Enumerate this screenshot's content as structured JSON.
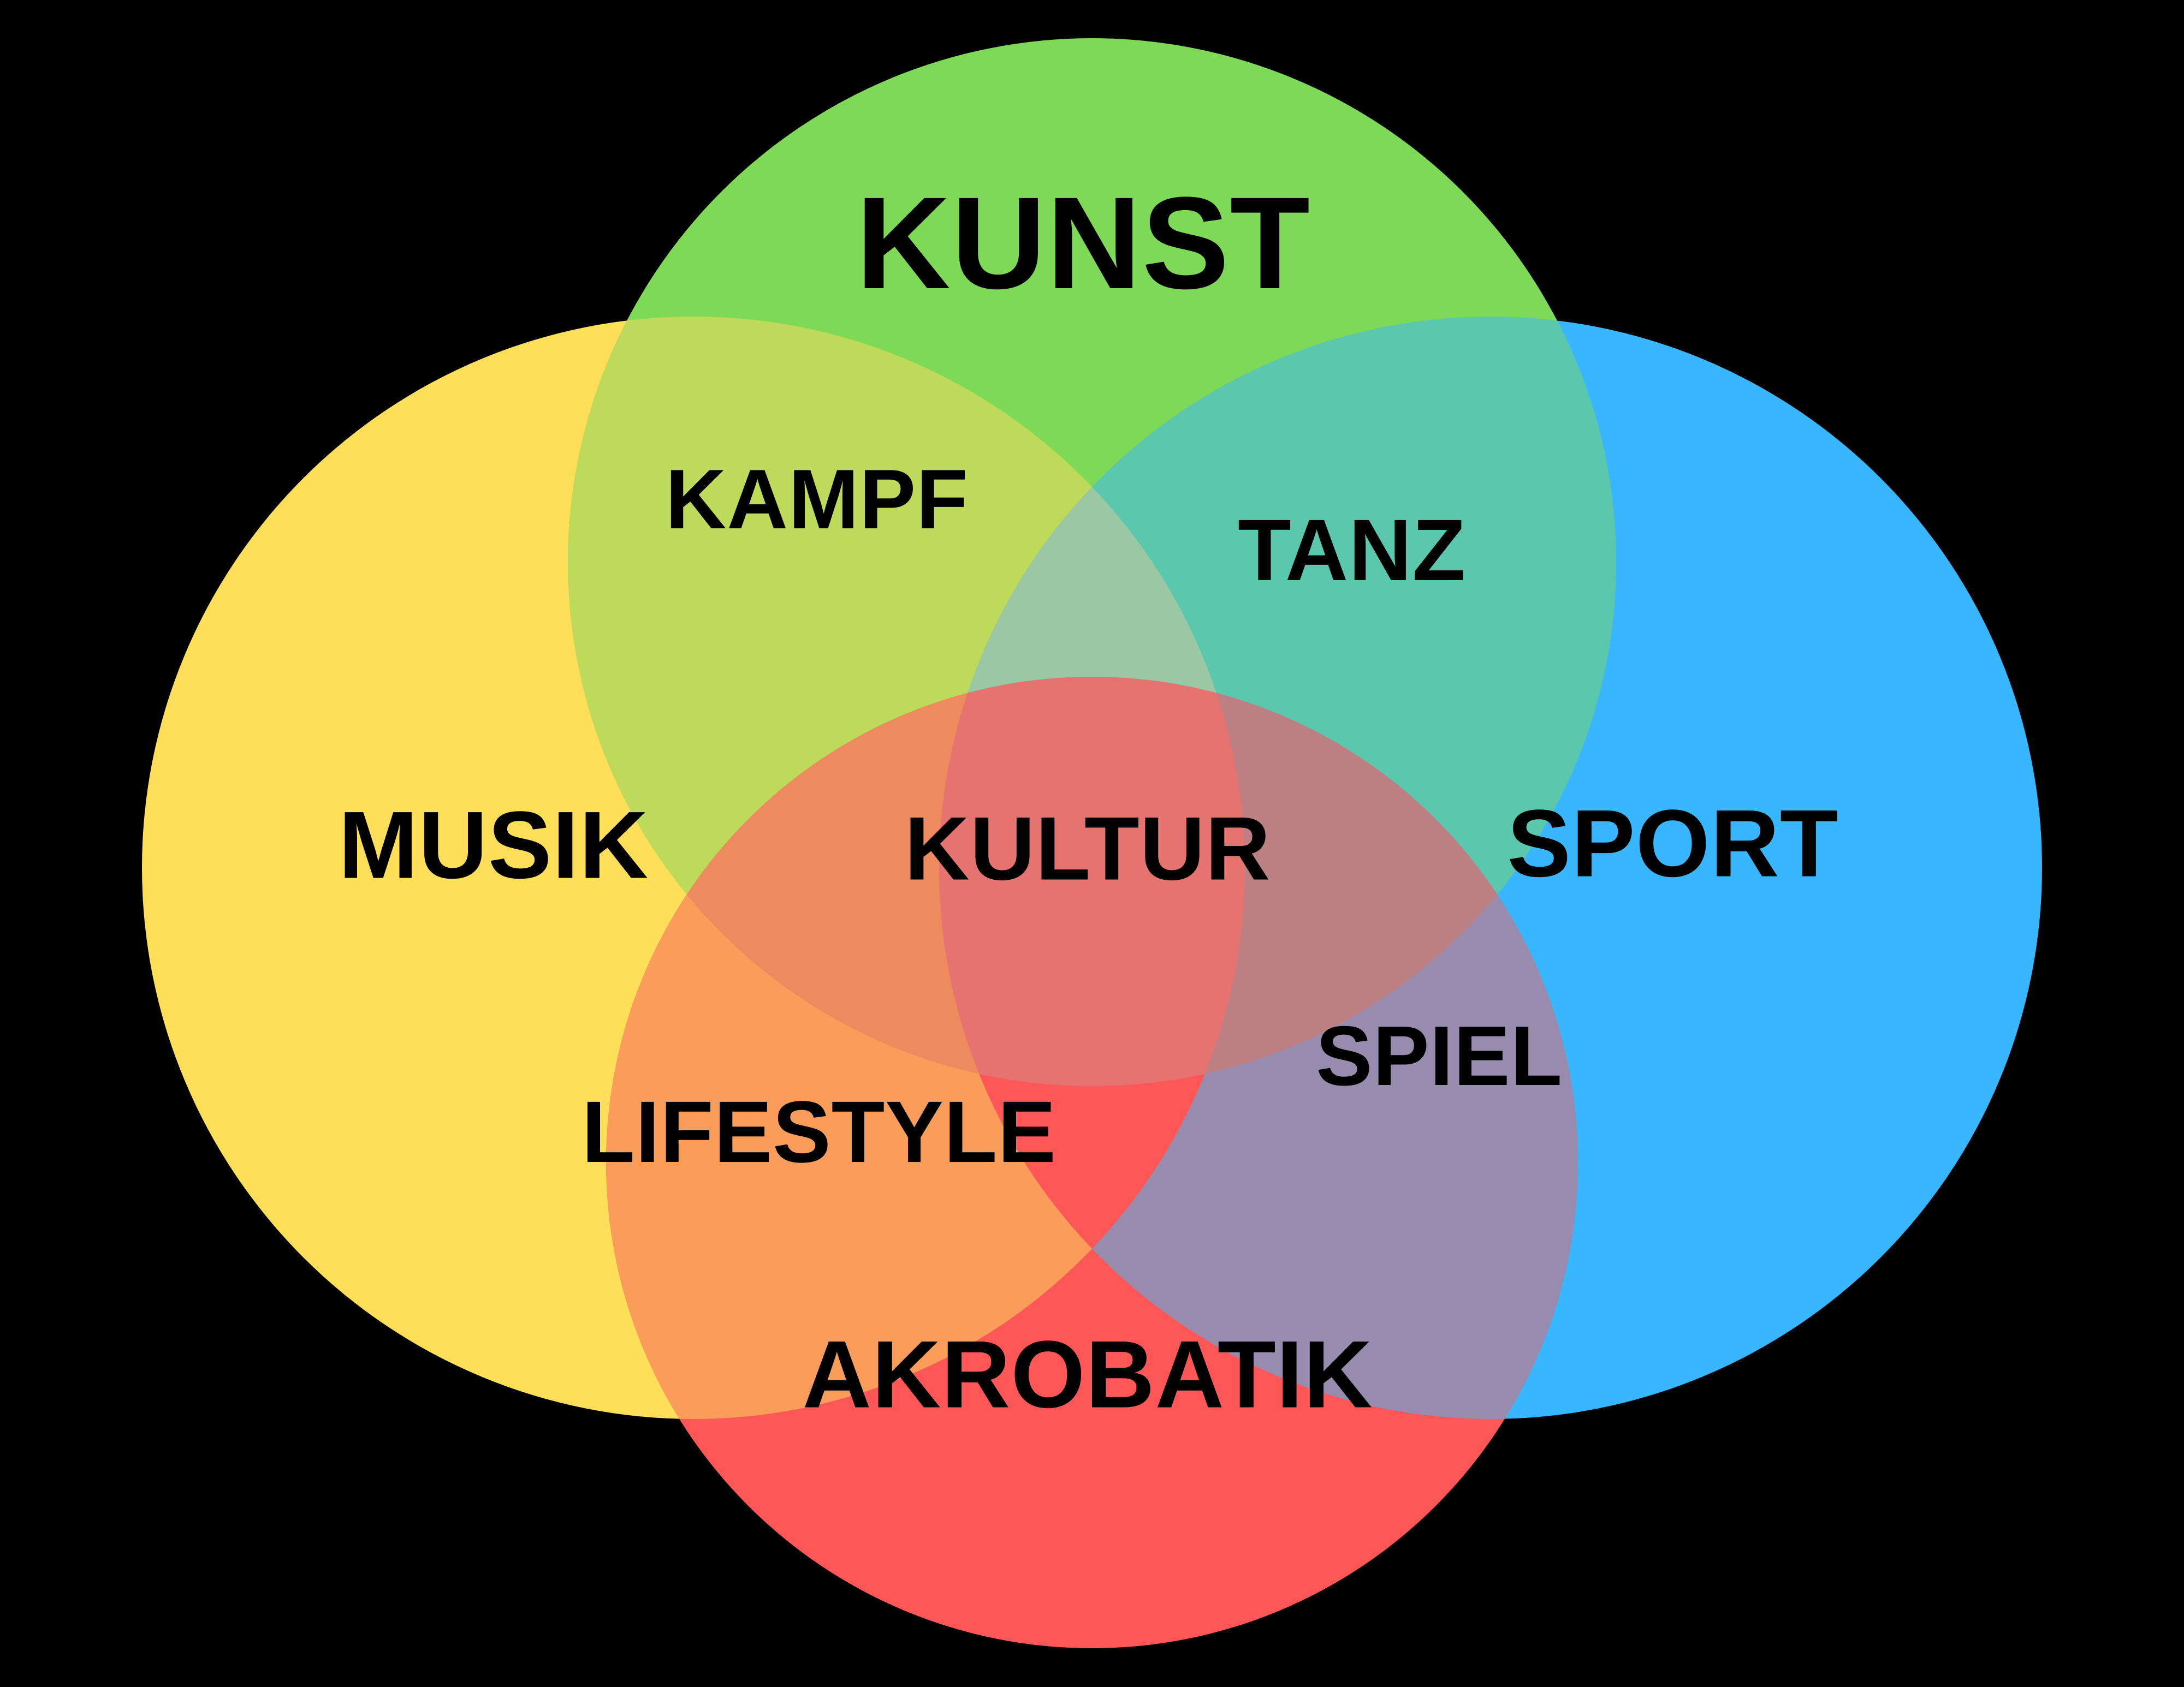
{
  "diagram": {
    "type": "venn-4-circles",
    "circles": [
      {
        "id": "kunst",
        "position": "top",
        "color_key": "green"
      },
      {
        "id": "musik",
        "position": "left",
        "color_key": "yellow"
      },
      {
        "id": "sport",
        "position": "right",
        "color_key": "blue"
      },
      {
        "id": "akrobatik",
        "position": "bottom",
        "color_key": "red"
      }
    ],
    "regions": [
      {
        "label_key": "top",
        "circles": [
          "kunst"
        ]
      },
      {
        "label_key": "left",
        "circles": [
          "musik"
        ]
      },
      {
        "label_key": "right",
        "circles": [
          "sport"
        ]
      },
      {
        "label_key": "bottom",
        "circles": [
          "akrobatik"
        ]
      },
      {
        "label_key": "top_left",
        "circles": [
          "kunst",
          "musik"
        ]
      },
      {
        "label_key": "top_right",
        "circles": [
          "kunst",
          "sport"
        ]
      },
      {
        "label_key": "bottom_left",
        "circles": [
          "musik",
          "akrobatik"
        ]
      },
      {
        "label_key": "bottom_right",
        "circles": [
          "sport",
          "akrobatik"
        ]
      },
      {
        "label_key": "center",
        "circles": [
          "kunst",
          "musik",
          "sport",
          "akrobatik"
        ]
      }
    ]
  },
  "labels": {
    "top": "KUNST",
    "top_left": "KAMPF",
    "top_right": "TANZ",
    "left": "MUSIK",
    "center": "KULTUR",
    "right": "SPORT",
    "bottom_left": "LIFESTYLE",
    "bottom_right": "SPIEL",
    "bottom": "AKROBATIK"
  },
  "colors": {
    "background": "#000000",
    "text": "#000000",
    "green": "#7ED957",
    "yellow": "#FFDE59",
    "blue": "#38B6FF",
    "red": "#FF5757",
    "green_yellow": "#BDDA5A",
    "green_blue": "#5BC7AD",
    "yellow_red": "#FA9D5A",
    "blue_red": "#988CAE",
    "green_yellow_blue": "#9AC8A5",
    "green_red_yellow": "#ED8A5E",
    "green_red_blue": "#BC8084",
    "center": "#E5736F"
  }
}
